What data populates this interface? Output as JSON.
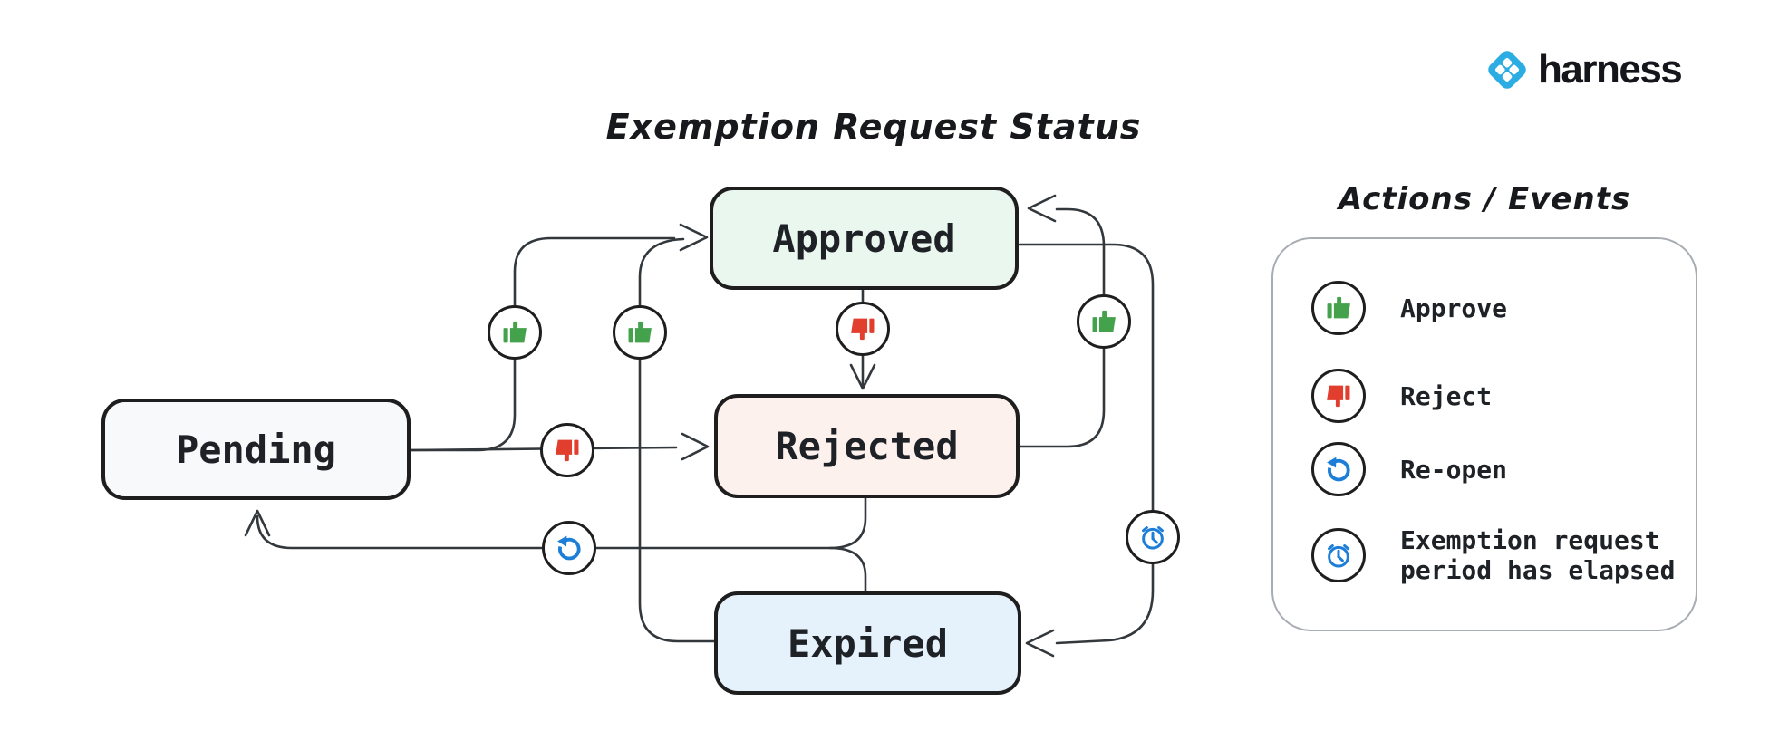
{
  "diagram_title": "Exemption Request Status",
  "brand": {
    "name": "harness",
    "icon": "harness-diamond-logo-icon",
    "icon_color": "#2bace2"
  },
  "states": {
    "pending": {
      "label": "Pending",
      "fill": "#f8f9fb"
    },
    "approved": {
      "label": "Approved",
      "fill": "#eaf7ef"
    },
    "rejected": {
      "label": "Rejected",
      "fill": "#fdf1ee"
    },
    "expired": {
      "label": "Expired",
      "fill": "#e5f1fb"
    }
  },
  "transitions": [
    {
      "from": "Pending",
      "to": "Approved",
      "action": "Approve"
    },
    {
      "from": "Pending",
      "to": "Rejected",
      "action": "Reject"
    },
    {
      "from": "Approved",
      "to": "Rejected",
      "action": "Reject"
    },
    {
      "from": "Rejected",
      "to": "Approved",
      "action": "Approve"
    },
    {
      "from": "Expired",
      "to": "Approved",
      "action": "Approve"
    },
    {
      "from": "Approved",
      "to": "Expired",
      "action": "Exemption request period has elapsed"
    },
    {
      "from": "Rejected",
      "to": "Pending",
      "action": "Re-open"
    },
    {
      "from": "Expired",
      "to": "Pending",
      "action": "Re-open"
    }
  ],
  "legend": {
    "title": "Actions / Events",
    "items": [
      {
        "icon": "thumbs-up-icon",
        "label": "Approve",
        "color": "#44a14c"
      },
      {
        "icon": "thumbs-down-icon",
        "label": "Reject",
        "color": "#e13e2e"
      },
      {
        "icon": "reopen-icon",
        "label": "Re-open",
        "color": "#1c7ed6"
      },
      {
        "icon": "alarm-clock-icon",
        "label": "Exemption request period has elapsed",
        "color": "#1c7ed6"
      }
    ]
  },
  "colors": {
    "line": "#33383d",
    "state_border": "#1e1e1e",
    "legend_border": "#a8adb3",
    "approve_green": "#44a14c",
    "reject_red": "#e13e2e",
    "event_blue": "#1c7ed6",
    "brand_blue": "#2bace2"
  }
}
